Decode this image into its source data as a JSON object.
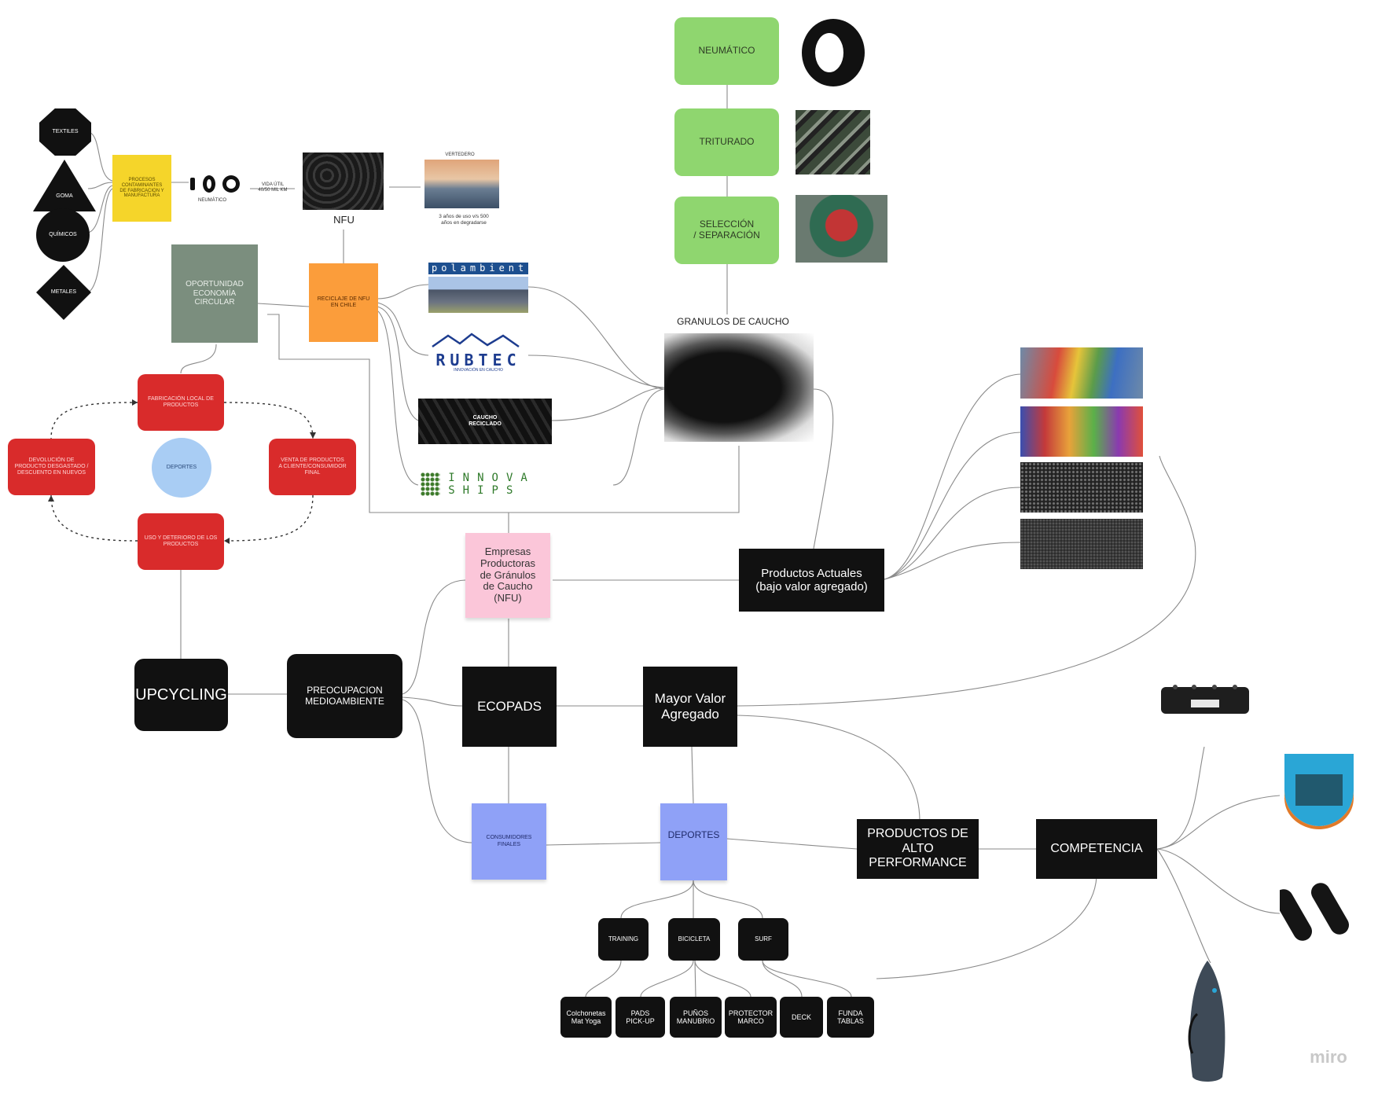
{
  "inputs": {
    "textiles": "TEXTILES",
    "goma": "GOMA",
    "quimicos": "QUÍMICOS",
    "metales": "METALES"
  },
  "process_note": "PROCESOS\nCONTAMINANTES\nDE FABRICACION Y\nMANUFACTURA",
  "neumatico_small_label": "NEUMÁTICO",
  "vida_util": "VIDA ÚTIL\n40/50 MIL KM",
  "nfu_label": "NFU",
  "vertedero_title": "VERTEDERO",
  "vertedero_caption": "3 años de uso v/s 500\naños en degradarse",
  "oportunidad": "OPORTUNIDAD\nECONOMÍA\nCIRCULAR",
  "reciclaje": "RECICLAJE DE NFU\nEN CHILE",
  "companies": {
    "polambiente": "polambiente",
    "rubtec": "RUBTEC",
    "rubtec_sub": "INNOVACIÓN EN CAUCHO",
    "caucho": "CAUCHO\nRECICLADO",
    "innovaships": "INNOVA SHIPS"
  },
  "process_steps": {
    "neumatico": "NEUMÁTICO",
    "triturado": "TRITURADO",
    "seleccion": "SELECCIÓN\n/ SEPARACIÓN"
  },
  "granulos_label": "GRANULOS DE CAUCHO",
  "cycle": {
    "fabricacion": "FABRICACIÓN LOCAL DE\nPRODUCTOS",
    "venta": "VENTA DE PRODUCTOS\nA CLIENTE/CONSUMIDOR\nFINAL",
    "uso": "USO Y DETERIORO DE LOS\nPRODUCTOS",
    "devolucion": "DEVOLUCIÓN DE\nPRODUCTO DESGASTADO /\nDESCUENTO EN NUEVOS",
    "center": "DEPORTES"
  },
  "empresas": "Empresas\nProductoras\nde Gránulos\nde Caucho\n(NFU)",
  "productos_actuales": "Productos Actuales\n(bajo valor agregado)",
  "upcycling": "UPCYCLING",
  "preocupacion": "PREOCUPACION\nMEDIOAMBIENTE",
  "ecopads": "ECOPADS",
  "mayor_valor": "Mayor Valor\nAgregado",
  "consumidores": "CONSUMIDORES\nFINALES",
  "deportes": "DEPORTES",
  "alto_performance": "PRODUCTOS DE\nALTO\nPERFORMANCE",
  "competencia": "COMPETENCIA",
  "categories": {
    "training": "TRAINING",
    "bicicleta": "BICICLETA",
    "surf": "SURF"
  },
  "products": {
    "colchonetas": "Colchonetas\nMat Yoga",
    "pads": "PADS\nPICK-UP",
    "punos": "PUÑOS\nMANUBRIO",
    "protector": "PROTECTOR\nMARCO",
    "deck": "DECK",
    "funda": "FUNDA\nTABLAS"
  },
  "watermark": "miro",
  "colors": {
    "black_node": "#111111",
    "red_node": "#d92b2b",
    "green_node": "#8fd66f",
    "yellow_note": "#f5d52a",
    "orange_note": "#fb9d3b",
    "grey_green_note": "#7b8e7e",
    "pink_note": "#fbc6d9",
    "blue_note": "#8fa1f7",
    "light_blue_circle": "#a9cdf4"
  }
}
